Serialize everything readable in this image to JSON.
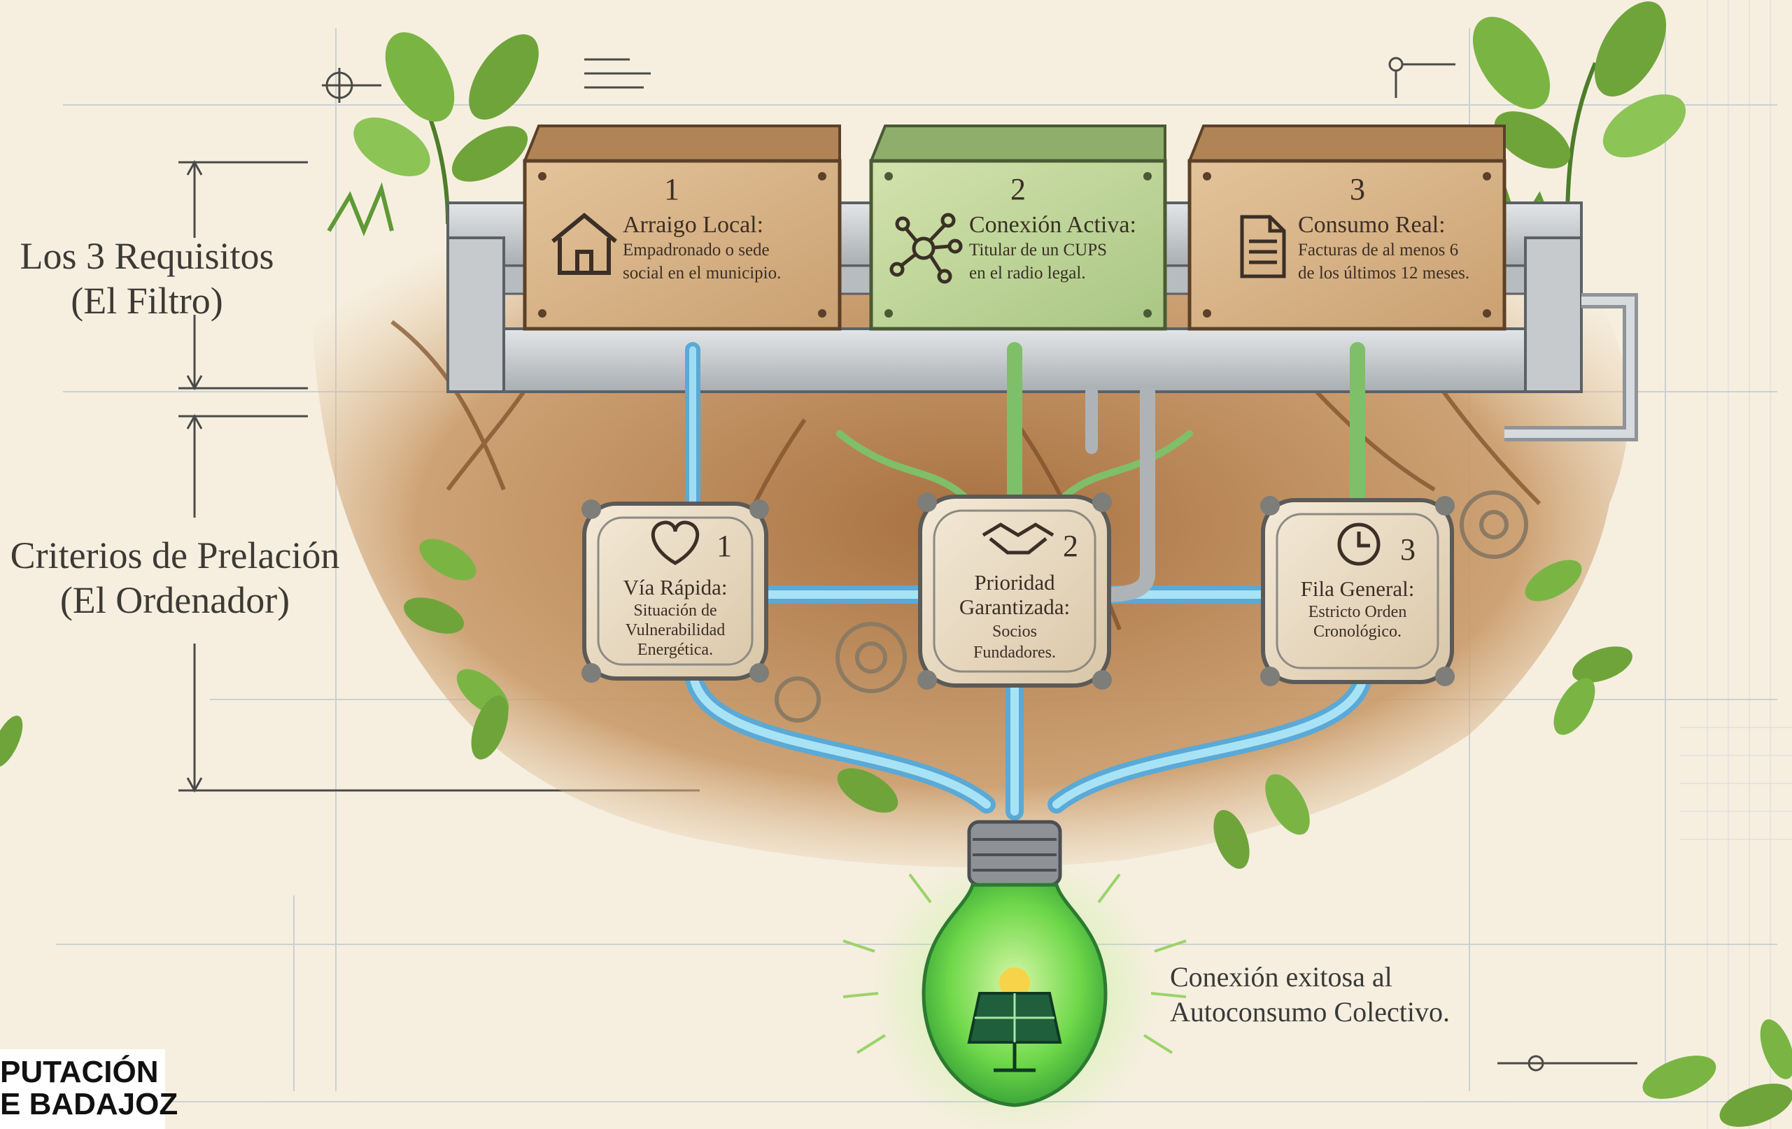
{
  "left_labels": {
    "requirements_line1": "Los 3 Requisitos",
    "requirements_line2": "(El Filtro)",
    "criteria_line1": "Criterios de Prelación",
    "criteria_line2": "(El Ordenador)"
  },
  "requirements": [
    {
      "number": "1",
      "title": "Arraigo Local:",
      "desc_line1": "Empadronado o sede",
      "desc_line2": "social en el municipio.",
      "icon": "house-icon"
    },
    {
      "number": "2",
      "title": "Conexión Activa:",
      "desc_line1": "Titular de un CUPS",
      "desc_line2": "en el radio legal.",
      "icon": "network-icon"
    },
    {
      "number": "3",
      "title": "Consumo Real:",
      "desc_line1": "Facturas de al menos 6",
      "desc_line2": "de los últimos 12 meses.",
      "icon": "document-icon"
    }
  ],
  "criteria": [
    {
      "number": "1",
      "title": "Vía Rápida:",
      "desc_line1": "Situación de",
      "desc_line2": "Vulnerabilidad",
      "desc_line3": "Energética.",
      "icon": "heart-icon"
    },
    {
      "number": "2",
      "title_line1": "Prioridad",
      "title_line2": "Garantizada:",
      "desc_line1": "Socios",
      "desc_line2": "Fundadores.",
      "icon": "handshake-icon"
    },
    {
      "number": "3",
      "title": "Fila General:",
      "desc_line1": "Estricto Orden",
      "desc_line2": "Cronológico.",
      "icon": "clock-icon"
    }
  ],
  "result": {
    "caption_line1": "Conexión exitosa al",
    "caption_line2": "Autoconsumo Colectivo.",
    "icon": "solar-panel-icon"
  },
  "logo": {
    "line1": "PUTACIÓN",
    "line2": "E BADAJOZ"
  },
  "colors": {
    "paper": "#f6efe0",
    "soil": "#b9885a",
    "box": "#d7b48c",
    "box_green": "#bfd59a",
    "pipe": "#c9ccce",
    "cable_blue": "#6cc3e8",
    "leaf": "#6fa43a",
    "bulb_glow": "#7fe05a"
  }
}
